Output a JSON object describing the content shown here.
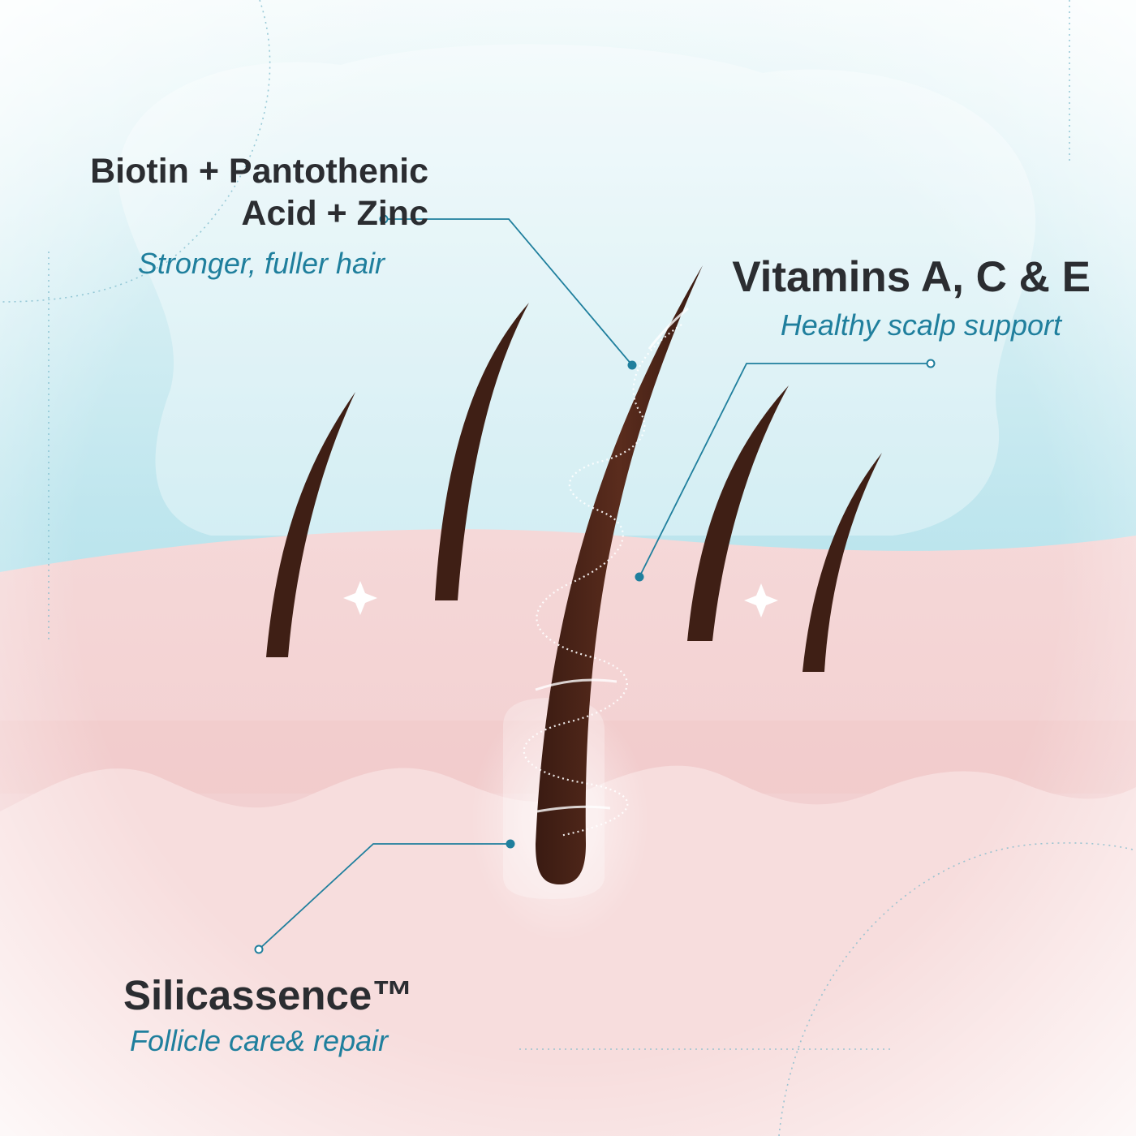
{
  "callouts": {
    "biotin": {
      "title_line1": "Biotin + Pantothenic",
      "title_line2": "Acid + Zinc",
      "subtitle": "Stronger, fuller hair"
    },
    "vitamins": {
      "title": "Vitamins A, C & E",
      "subtitle": "Healthy scalp support"
    },
    "silicassence": {
      "title": "Silicassence™",
      "subtitle": "Follicle care& repair"
    }
  },
  "colors": {
    "sky": "#8fd2df",
    "sky_light": "#e6f5f7",
    "skin": "#f3cfd0",
    "skin_light": "#fbe8e8",
    "hair": "#4a2418",
    "callout_line": "#1f7f9d",
    "heading_text": "#2b2d31",
    "subtitle_text": "#1f7f9d"
  },
  "icons": [
    "sparkle-icon",
    "callout-dot-icon"
  ]
}
